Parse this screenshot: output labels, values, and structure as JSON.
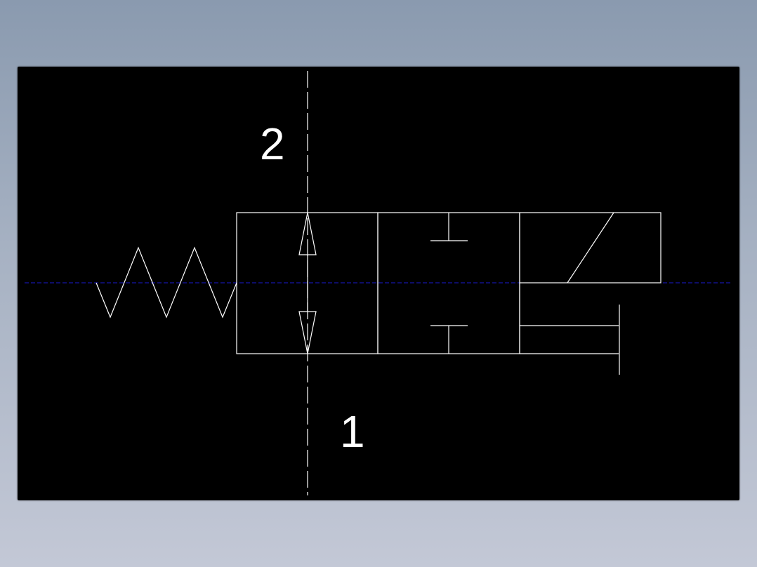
{
  "drawing": {
    "type": "3/2-way solenoid valve, spring return (ISO 1219 symbol)",
    "port_labels": {
      "top": "2",
      "bottom": "1"
    },
    "colors": {
      "page_background_top": "#8a9aaf",
      "page_background_bottom": "#c3c8d6",
      "canvas_background": "#000000",
      "symbol_lines": "#ffffff",
      "center_line": "#0000cc"
    }
  }
}
